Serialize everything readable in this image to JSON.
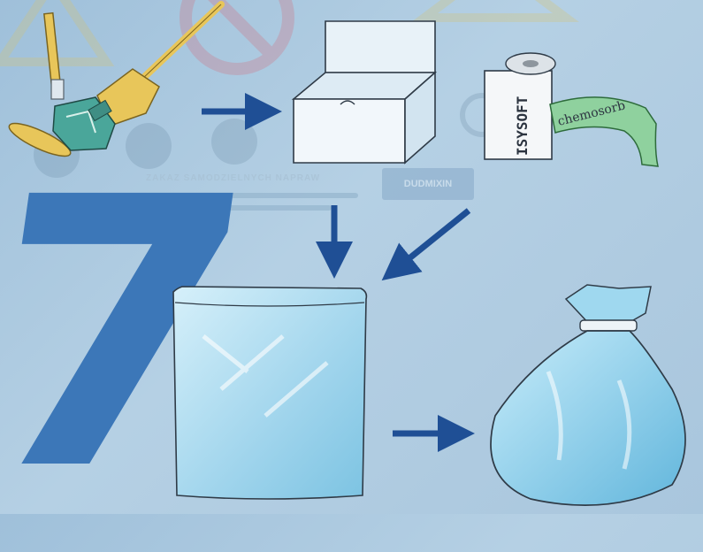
{
  "step_number": "7",
  "background": {
    "caption": "ZAKAZ SAMODZIELNYCH NAPRAW",
    "tag": "DUDMIXIN"
  },
  "product_labels": {
    "sorbent_roll": "ISYSOFT",
    "sorbent_sleeve": "chemosorb"
  },
  "colors": {
    "arrow": "#1f4f95",
    "background": "#a9c6dd",
    "step_number": "#3c77b8",
    "shovel": "#e8c65a",
    "bag": "#9fd4ec"
  },
  "items": [
    {
      "name": "spill-cleanup-tools"
    },
    {
      "name": "open-container"
    },
    {
      "name": "absorbent-materials"
    },
    {
      "name": "clear-plastic-bag"
    },
    {
      "name": "tied-waste-bag"
    }
  ]
}
